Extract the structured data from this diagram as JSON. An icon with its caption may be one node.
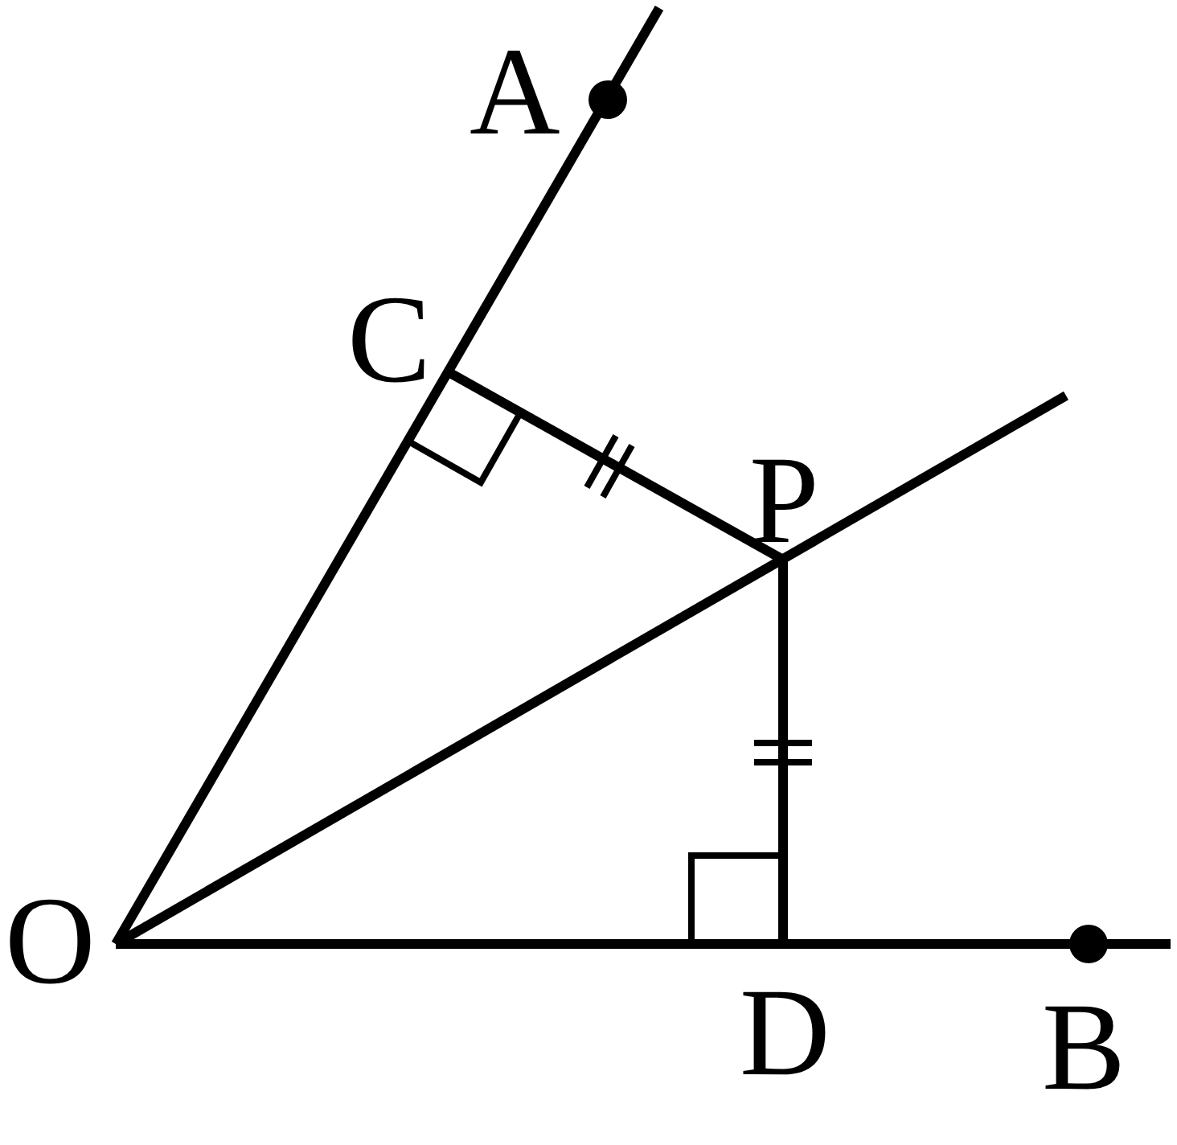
{
  "diagram": {
    "labels": [
      "A",
      "C",
      "P",
      "O",
      "D",
      "B"
    ]
  }
}
